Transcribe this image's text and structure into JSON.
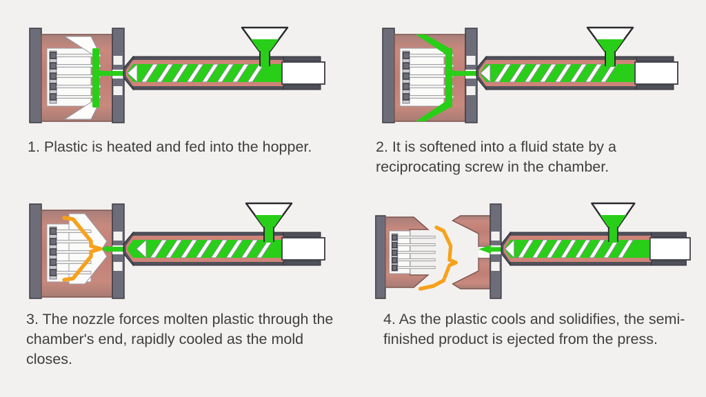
{
  "page": {
    "background": "#f2f1ef"
  },
  "colors": {
    "page_bg": "#f2f1ef",
    "caption_text": "#3e3e3e",
    "molten_plastic_green": "#29ce18",
    "mold_salmon": "#c4837c",
    "barrel_lining_salmon": "#cf8478",
    "heated_part_orange": "#f7a11c",
    "machine_frame_gray": "#6d6d79"
  },
  "steps": [
    {
      "number": "1",
      "caption": "1. Plastic is heated and fed into the hopper."
    },
    {
      "number": "2",
      "caption": "2. It is softened into a fluid state by a reciprocating screw in the chamber."
    },
    {
      "number": "3",
      "caption": "3. The nozzle forces molten plastic through the chamber's end, rapidly cooled as the mold closes."
    },
    {
      "number": "4",
      "caption": "4. As the plastic cools and solidifies, the semi-finished product is ejected from the press."
    }
  ]
}
